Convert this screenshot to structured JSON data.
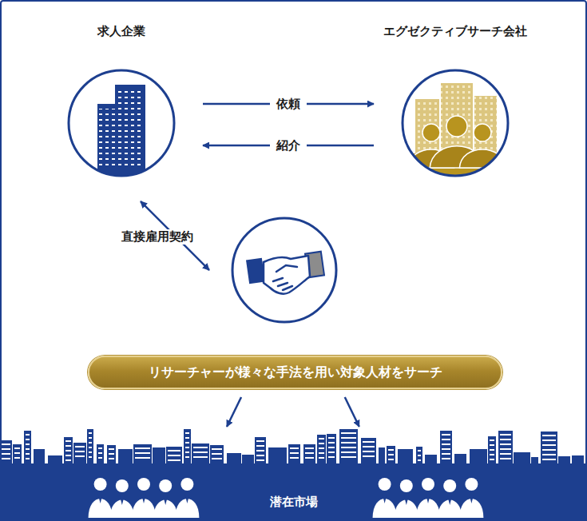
{
  "diagram": {
    "nodes": [
      {
        "text": [
          "求人企業"
        ]
      },
      {
        "text": [
          "エグゼクティブサーチ会社"
        ]
      },
      {
        "text": [
          "リサーチャーが様々な手法を用い対象人材をサーチ"
        ]
      },
      {
        "text": [
          "潜在市場"
        ]
      }
    ],
    "edges": [
      {
        "from": 0,
        "to": 1,
        "label": "依頼",
        "arrow": "to"
      },
      {
        "from": 1,
        "to": 0,
        "label": "紹介",
        "arrow": "to"
      },
      {
        "from": 2,
        "to": 3,
        "arrow": "to"
      },
      {
        "from": 2,
        "to": 3,
        "arrow": "to"
      }
    ],
    "labels": [
      "直接雇用契約"
    ]
  }
}
